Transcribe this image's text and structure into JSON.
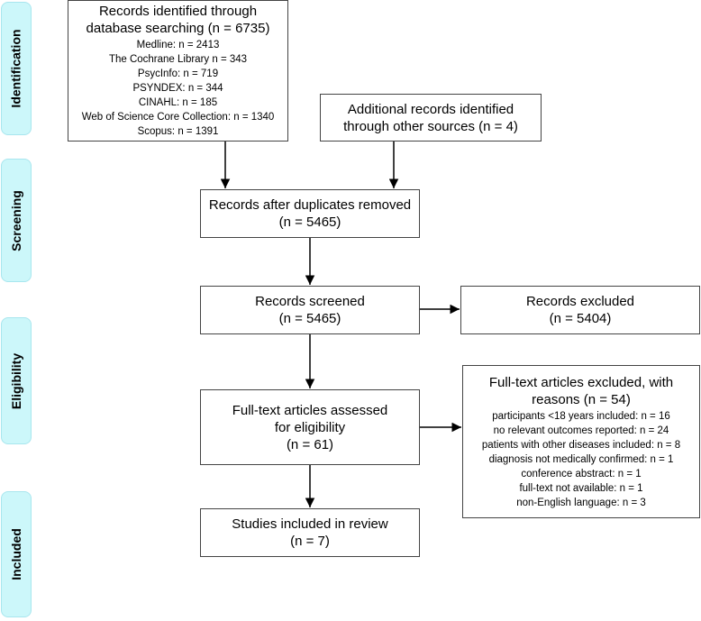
{
  "phases": {
    "identification": "Identification",
    "screening": "Screening",
    "eligibility": "Eligibility",
    "included": "Included"
  },
  "boxes": {
    "identified": {
      "title_line1": "Records identified through",
      "title_line2": "database searching (n = 6735)",
      "sources": [
        "Medline: n = 2413",
        "The Cochrane Library n = 343",
        "PsycInfo: n = 719",
        "PSYNDEX: n = 344",
        "CINAHL: n = 185",
        "Web of Science Core Collection: n = 1340",
        "Scopus: n = 1391"
      ]
    },
    "additional": {
      "line1": "Additional records identified",
      "line2": "through other sources (n = 4)"
    },
    "duplicates_removed": {
      "line1": "Records after duplicates removed",
      "line2": "(n = 5465)"
    },
    "screened": {
      "line1": "Records screened",
      "line2": "(n = 5465)"
    },
    "excluded": {
      "line1": "Records excluded",
      "line2": "(n = 5404)"
    },
    "fulltext_assessed": {
      "line1": "Full-text articles assessed",
      "line2": "for eligibility",
      "line3": "(n = 61)"
    },
    "fulltext_excluded": {
      "title_line1": "Full-text articles excluded, with",
      "title_line2": "reasons (n = 54)",
      "reasons": [
        "participants <18 years included: n = 16",
        "no relevant outcomes reported: n = 24",
        "patients with other diseases included:  n = 8",
        "diagnosis not medically confirmed: n = 1",
        "conference abstract: n = 1",
        "full-text not available: n = 1",
        "non-English language: n = 3"
      ]
    },
    "included": {
      "line1": "Studies included in review",
      "line2": "(n = 7)"
    }
  },
  "colors": {
    "phase_fill": "#ccf7fa",
    "phase_border": "#a8e6ee",
    "box_border": "#444444",
    "arrow": "#000000"
  }
}
